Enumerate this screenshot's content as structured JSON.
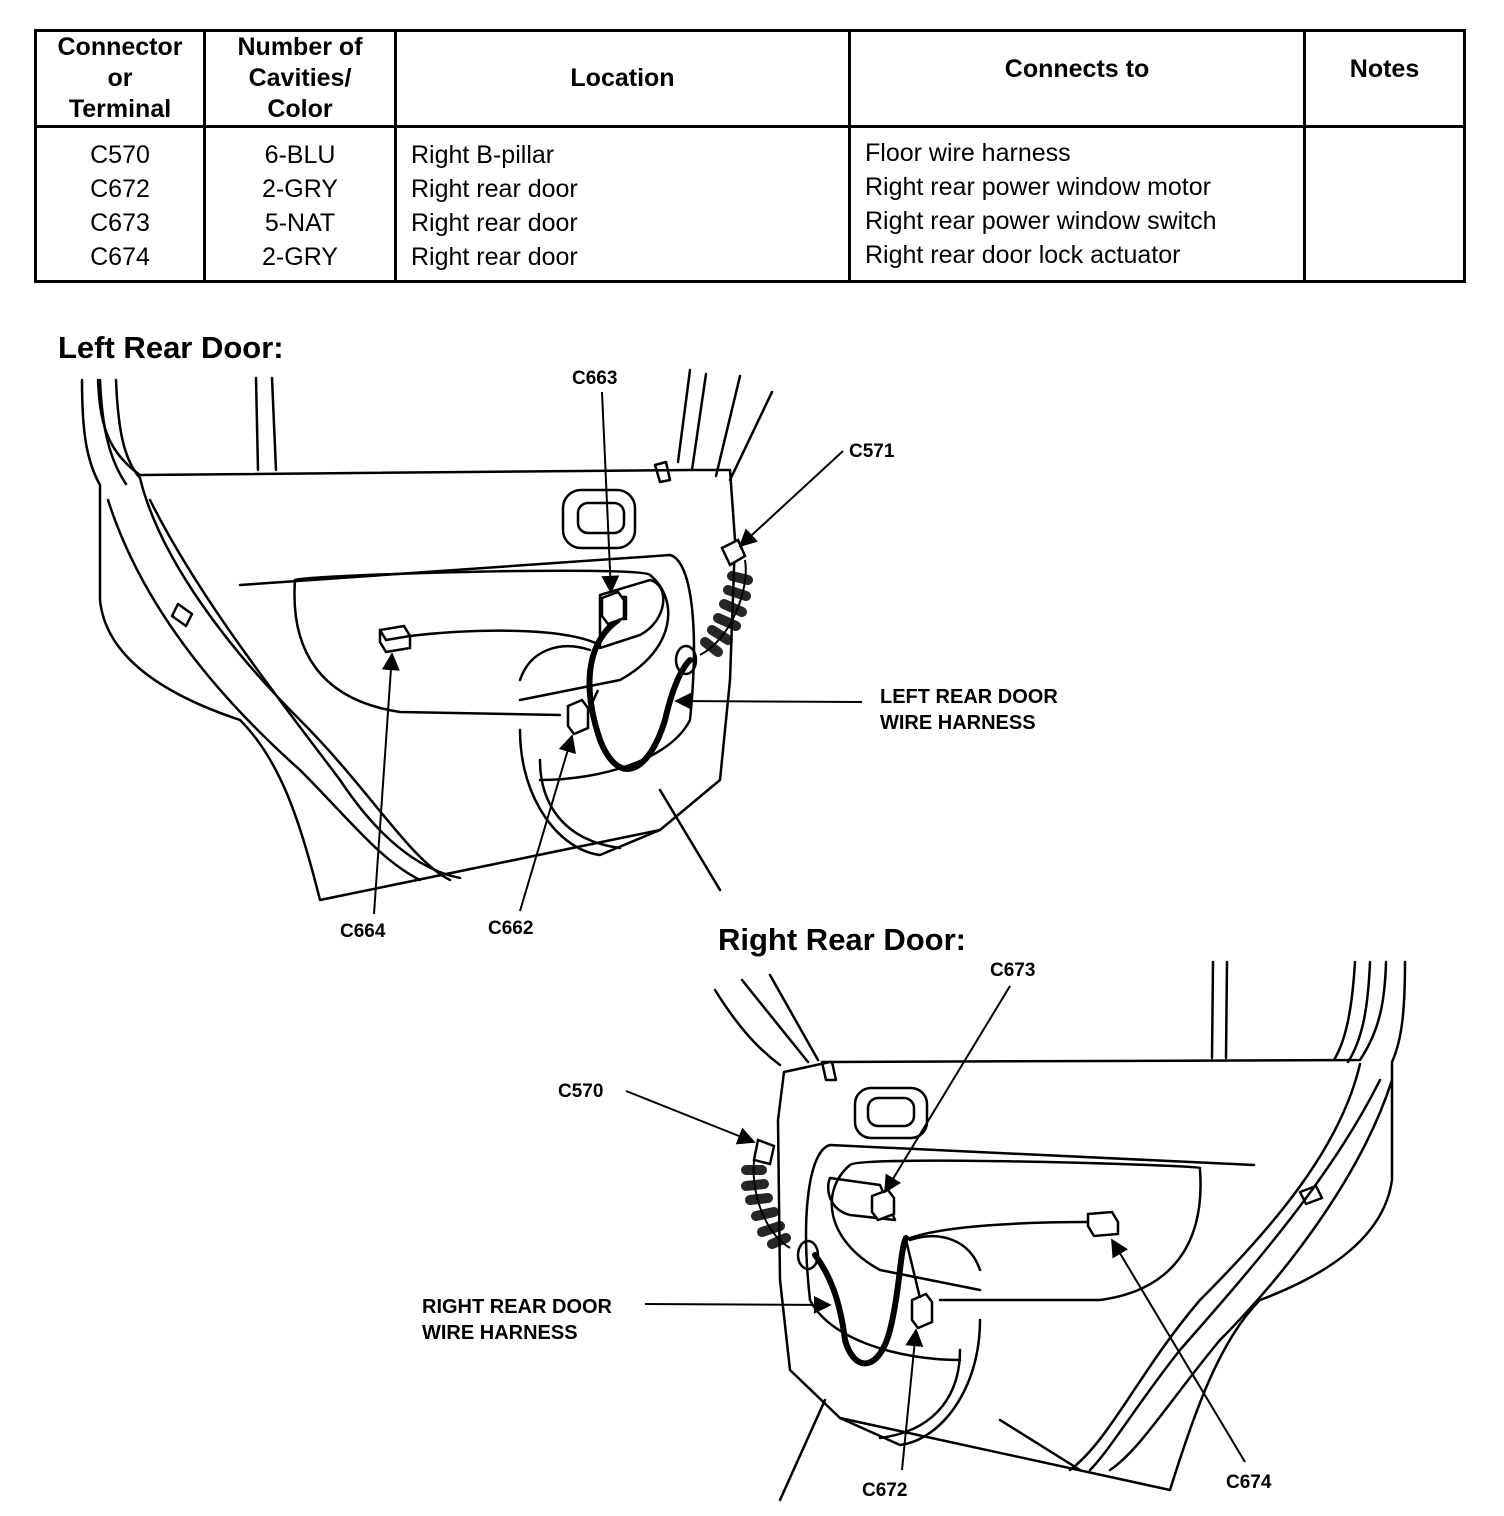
{
  "table": {
    "headers": [
      [
        "Connector",
        "or",
        "Terminal"
      ],
      [
        "Number of",
        "Cavities/",
        "Color"
      ],
      [
        "Location"
      ],
      [
        "Connects to"
      ],
      [
        "Notes"
      ]
    ],
    "rows": [
      {
        "connector": "C570",
        "cavities": "6-BLU",
        "location": "Right B-pillar",
        "connects_to": "Floor wire harness",
        "notes": ""
      },
      {
        "connector": "C672",
        "cavities": "2-GRY",
        "location": "Right rear door",
        "connects_to": "Right rear power window motor",
        "notes": ""
      },
      {
        "connector": "C673",
        "cavities": "5-NAT",
        "location": "Right rear door",
        "connects_to": "Right rear power window switch",
        "notes": ""
      },
      {
        "connector": "C674",
        "cavities": "2-GRY",
        "location": "Right rear door",
        "connects_to": "Right rear door lock actuator",
        "notes": ""
      }
    ]
  },
  "left_door": {
    "title": "Left Rear Door:",
    "labels": {
      "c663": "C663",
      "c571": "C571",
      "c664": "C664",
      "c662": "C662",
      "harness_line1": "LEFT REAR DOOR",
      "harness_line2": "WIRE HARNESS"
    }
  },
  "right_door": {
    "title": "Right Rear Door:",
    "labels": {
      "c673": "C673",
      "c570": "C570",
      "c672": "C672",
      "c674": "C674",
      "harness_line1": "RIGHT REAR DOOR",
      "harness_line2": "WIRE HARNESS"
    }
  }
}
